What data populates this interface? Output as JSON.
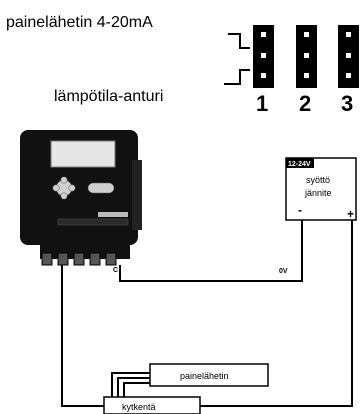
{
  "labels": {
    "pressure_sensor": "painelähetin 4-20mA",
    "temp_sensor": "lämpötila-anturi",
    "jumper_1": "1",
    "jumper_2": "2",
    "jumper_3": "3",
    "psu_voltage": "12-24V",
    "psu_line1": "syöttö",
    "psu_line2": "jännite",
    "psu_minus": "-",
    "psu_plus": "+",
    "zero_volt": "0V",
    "terminal_c": "C",
    "box_pressure": "painelähetin",
    "box_connection": "kytkentä"
  }
}
